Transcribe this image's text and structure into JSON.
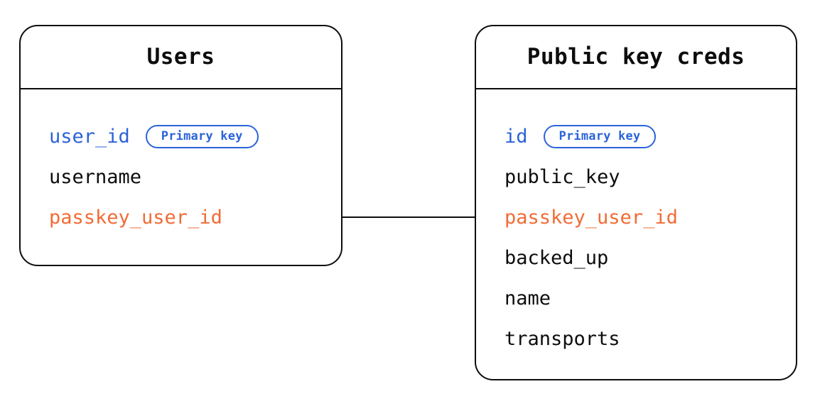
{
  "diagram": {
    "type": "entity-relationship-diagram",
    "background_color": "#ffffff",
    "line_color": "#0d0d0d",
    "colors": {
      "primary_key": "#2b63d9",
      "foreign_key": "#f26b35",
      "text": "#0d0d0d",
      "border": "#0d0d0d"
    }
  },
  "entities": [
    {
      "id": "users",
      "title": "Users",
      "fields": [
        {
          "name": "user_id",
          "role": "primary_key",
          "badge": "Primary key"
        },
        {
          "name": "username",
          "role": "plain",
          "badge": null
        },
        {
          "name": "passkey_user_id",
          "role": "foreign_key",
          "badge": null
        }
      ]
    },
    {
      "id": "pubkey",
      "title": "Public key creds",
      "fields": [
        {
          "name": "id",
          "role": "primary_key",
          "badge": "Primary key"
        },
        {
          "name": "public_key",
          "role": "plain",
          "badge": null
        },
        {
          "name": "passkey_user_id",
          "role": "foreign_key",
          "badge": null
        },
        {
          "name": "backed_up",
          "role": "plain",
          "badge": null
        },
        {
          "name": "name",
          "role": "plain",
          "badge": null
        },
        {
          "name": "transports",
          "role": "plain",
          "badge": null
        }
      ]
    }
  ],
  "relationships": [
    {
      "from": "users.passkey_user_id",
      "to": "pubkey.passkey_user_id",
      "style": "solid-line"
    }
  ]
}
